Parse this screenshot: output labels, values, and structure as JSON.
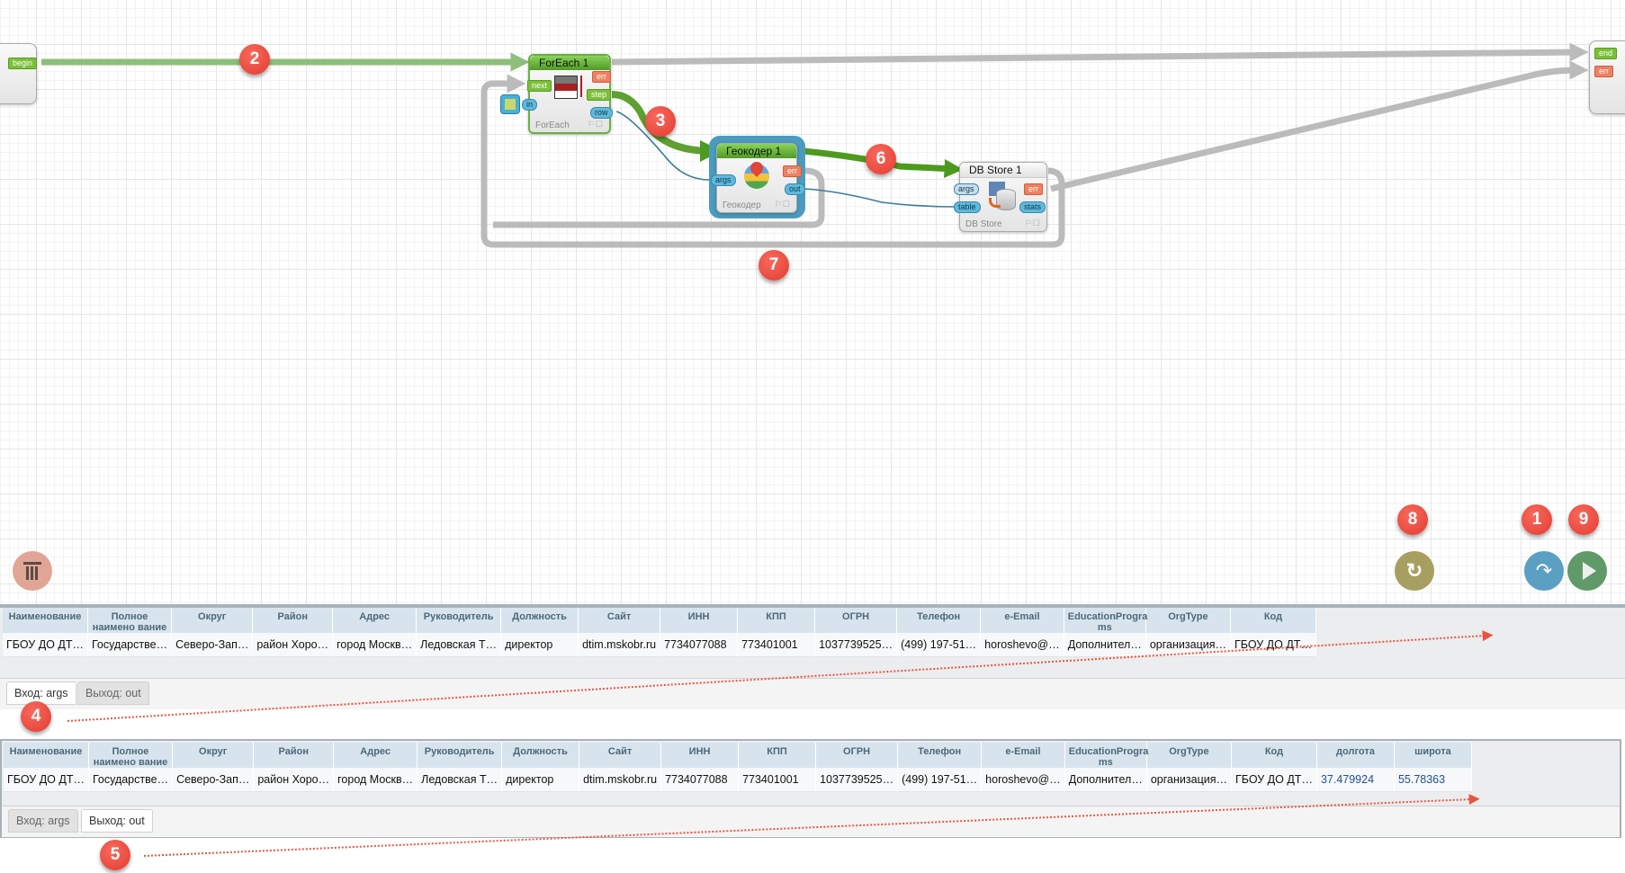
{
  "canvas": {
    "begin_node": {
      "port": "begin"
    },
    "end_node": {
      "ports": [
        "end",
        "err"
      ]
    },
    "nodes": [
      {
        "id": "foreach",
        "title": "ForEach 1",
        "type_label": "ForEach",
        "ports_in": [
          "next",
          "in"
        ],
        "ports_out": [
          "err",
          "step",
          "row"
        ],
        "title_color": "#5fa83a"
      },
      {
        "id": "geocoder",
        "title": "Геокодер 1",
        "type_label": "Геокодер",
        "ports_in": [
          "args"
        ],
        "ports_out": [
          "err",
          "out"
        ],
        "title_color": "#5fa83a",
        "highlight_color": "#4a9bbf"
      },
      {
        "id": "dbstore",
        "title": "DB Store 1",
        "type_label": "DB Store",
        "ports_in": [
          "args",
          "table"
        ],
        "ports_out": [
          "err",
          "stats"
        ],
        "title_color": "#e9e9e9"
      }
    ],
    "markers": [
      "1",
      "2",
      "3",
      "4",
      "5",
      "6",
      "7",
      "8",
      "9"
    ]
  },
  "toolbar": {
    "delete_icon": "trash-icon",
    "reset_icon": "refresh-icon",
    "step_icon": "step-over-icon",
    "run_icon": "play-icon",
    "colors": {
      "delete": "#e0a595",
      "reset": "#a79f5f",
      "step": "#5b9fc3",
      "run": "#5f9a68"
    }
  },
  "input_panel": {
    "columns": [
      "Наименование",
      "Полное наимено вание",
      "Округ",
      "Район",
      "Адрес",
      "Руководитель",
      "Должность",
      "Сайт",
      "ИНН",
      "КПП",
      "ОГРН",
      "Телефон",
      "e-Email",
      "EducationProgra ms",
      "OrgType",
      "Код"
    ],
    "rows": [
      [
        "ГБОУ ДО ДТ…",
        "Государстве…",
        "Северо-Зап…",
        "район Хоро…",
        "город Москв…",
        "Ледовская Т…",
        "директор",
        "dtim.mskobr.ru",
        "7734077088",
        "773401001",
        "1037739525…",
        "(499) 197-51…",
        "horoshevo@…",
        "Дополнител…",
        "организация…",
        "ГБОУ ДО ДТ…"
      ]
    ],
    "tabs": [
      {
        "label": "Вход: args",
        "active": true
      },
      {
        "label": "Выход: out",
        "active": false
      }
    ]
  },
  "output_panel": {
    "columns": [
      "Наименование",
      "Полное наимено вание",
      "Округ",
      "Район",
      "Адрес",
      "Руководитель",
      "Должность",
      "Сайт",
      "ИНН",
      "КПП",
      "ОГРН",
      "Телефон",
      "e-Email",
      "EducationProgra ms",
      "OrgType",
      "Код",
      "долгота",
      "широта"
    ],
    "rows": [
      [
        "ГБОУ ДО ДТ…",
        "Государстве…",
        "Северо-Зап…",
        "район Хоро…",
        "город Москв…",
        "Ледовская Т…",
        "директор",
        "dtim.mskobr.ru",
        "7734077088",
        "773401001",
        "1037739525…",
        "(499) 197-51…",
        "horoshevo@…",
        "Дополнител…",
        "организация…",
        "ГБОУ ДО ДТ…",
        "37.479924",
        "55.78363"
      ]
    ],
    "tabs": [
      {
        "label": "Вход: args",
        "active": false
      },
      {
        "label": "Выход: out",
        "active": true
      }
    ]
  }
}
